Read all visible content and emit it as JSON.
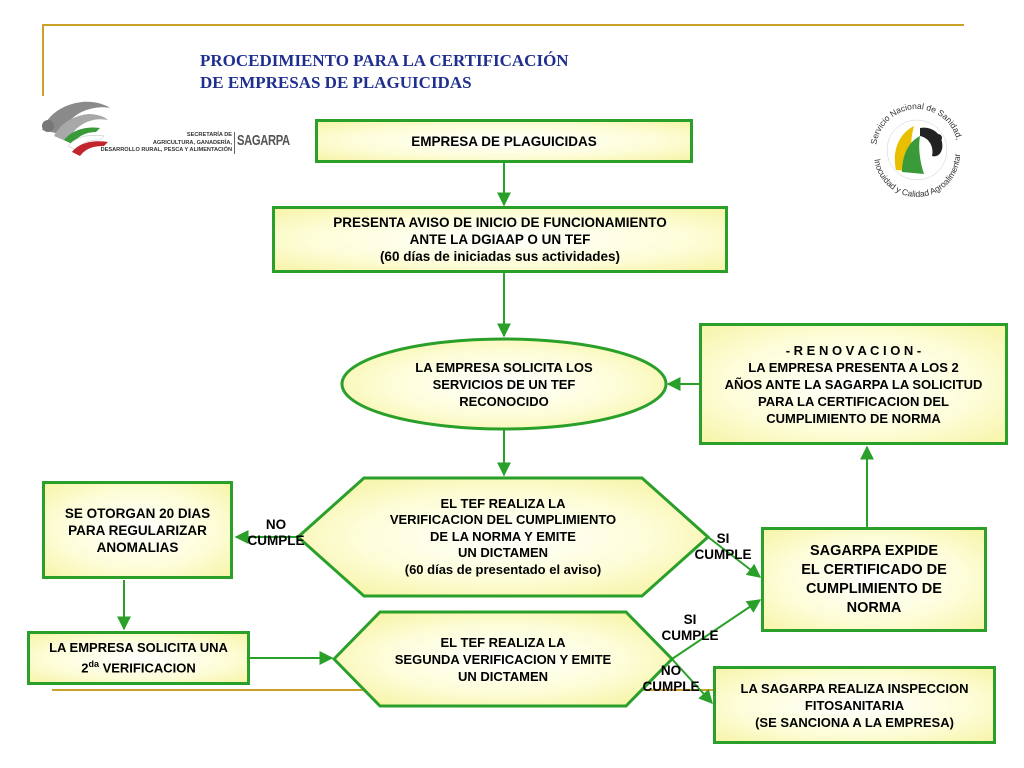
{
  "header": {
    "title_line1": "PROCEDIMIENTO PARA LA CERTIFICACIÓN",
    "title_line2": "DE EMPRESAS DE PLAGUICIDAS"
  },
  "logo_left": {
    "ministry_line1": "SECRETARÍA DE",
    "ministry_line2": "AGRICULTURA, GANADERÍA,",
    "ministry_line3": "DESARROLLO RURAL, PESCA Y ALIMENTACIÓN",
    "brand": "SAGARPA"
  },
  "logo_right": {
    "text_top": "Servicio Nacional de Sanidad,",
    "text_bottom": "Inocuidad y Calidad Agroalimentaria"
  },
  "nodes": {
    "empresa": {
      "lines": [
        "EMPRESA DE PLAGUICIDAS"
      ]
    },
    "aviso": {
      "lines": [
        "PRESENTA AVISO DE INICIO DE FUNCIONAMIENTO",
        "ANTE LA DGIAAP O UN TEF",
        "(60 días de iniciadas sus actividades)"
      ]
    },
    "solicita_tef": {
      "lines": [
        "LA EMPRESA SOLICITA LOS",
        "SERVICIOS DE UN  TEF",
        "RECONOCIDO"
      ]
    },
    "renovacion": {
      "lines": [
        "- R E N O V A C I O N -",
        "LA EMPRESA PRESENTA A LOS 2",
        "AÑOS ANTE LA SAGARPA LA SOLICITUD",
        "PARA LA CERTIFICACION DEL",
        "CUMPLIMIENTO DE NORMA"
      ]
    },
    "verificacion": {
      "lines": [
        "EL TEF REALIZA LA",
        "VERIFICACION DEL CUMPLIMIENTO",
        "DE LA NORMA Y EMITE",
        "UN DICTAMEN",
        "(60 días de presentado el aviso)"
      ]
    },
    "otorgan": {
      "lines": [
        "SE OTORGAN 20 DIAS",
        "PARA REGULARIZAR",
        "ANOMALIAS"
      ]
    },
    "expide": {
      "lines": [
        "SAGARPA EXPIDE",
        "EL CERTIFICADO DE",
        "CUMPLIMIENTO DE",
        "NORMA"
      ]
    },
    "segunda_solicitud": {
      "line1": "LA EMPRESA SOLICITA UNA",
      "prefix": "2",
      "superscript": "da",
      "suffix": " VERIFICACION"
    },
    "segunda_verificacion": {
      "lines": [
        "EL TEF REALIZA LA",
        "SEGUNDA VERIFICACION Y EMITE",
        "UN DICTAMEN"
      ]
    },
    "inspeccion": {
      "lines": [
        "LA SAGARPA REALIZA INSPECCION",
        "FITOSANITARIA",
        "(SE SANCIONA A LA EMPRESA)"
      ]
    }
  },
  "edge_labels": {
    "no_cumple_1": [
      "NO",
      "CUMPLE"
    ],
    "si_cumple_1": [
      "SI",
      "CUMPLE"
    ],
    "si_cumple_2": [
      "SI",
      "CUMPLE"
    ],
    "no_cumple_2": [
      "NO",
      "CUMPLE"
    ]
  },
  "colors": {
    "border": "#2aa02a",
    "fill": "#f7f4a8",
    "title": "#1f2f8f",
    "frame": "#c9a227"
  }
}
